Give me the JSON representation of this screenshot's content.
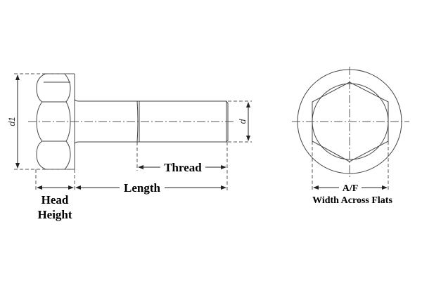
{
  "side_view": {
    "d1_label": "d1",
    "d_label": "d",
    "thread_label": "Thread",
    "length_label": "Length",
    "head_height_label_line1": "Head",
    "head_height_label_line2": "Height"
  },
  "end_view": {
    "af_label": "A/F",
    "af_caption": "Width Across Flats"
  }
}
